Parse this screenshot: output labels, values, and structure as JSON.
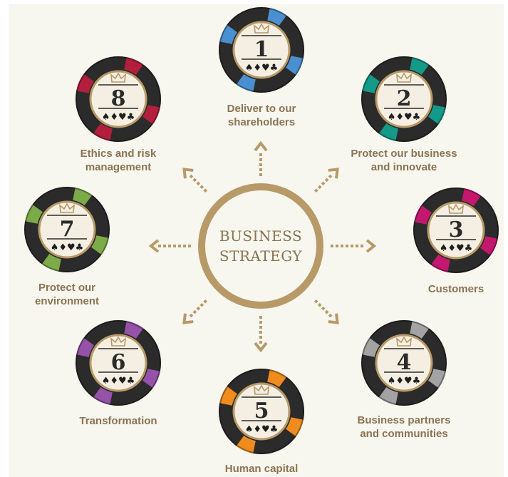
{
  "hub": {
    "line1": "BUSINESS",
    "line2": "STRATEGY"
  },
  "colors": {
    "gold": "#b79a67",
    "chip_dark": "#2b2b2b",
    "chip_face": "#f4efe2"
  },
  "chips": [
    {
      "number": "1",
      "suits": "♠♦♥♣",
      "color": "#4a8fcf",
      "label": [
        "Deliver to our",
        "shareholders"
      ]
    },
    {
      "number": "2",
      "suits": "♠♦♥♣",
      "color": "#149a88",
      "label": [
        "Protect our business",
        "and innovate"
      ]
    },
    {
      "number": "3",
      "suits": "♠♦♥♣",
      "color": "#c4186f",
      "label": [
        "Customers"
      ]
    },
    {
      "number": "4",
      "suits": "♠♦♥♣",
      "color": "#a3a3a3",
      "label": [
        "Business partners",
        "and communities"
      ]
    },
    {
      "number": "5",
      "suits": "♠♦♥♣",
      "color": "#f08c1e",
      "label": [
        "Human capital"
      ]
    },
    {
      "number": "6",
      "suits": "♠♦♥♣",
      "color": "#9651a8",
      "label": [
        "Transformation"
      ]
    },
    {
      "number": "7",
      "suits": "♠♦♥♣",
      "color": "#7eab4a",
      "label": [
        "Protect our",
        "environment"
      ]
    },
    {
      "number": "8",
      "suits": "♠♦♥♣",
      "color": "#b21f3c",
      "label": [
        "Ethics and risk",
        "management"
      ]
    }
  ],
  "icons": {
    "crown": "crown-icon",
    "arrow": "dotted-arrow-icon"
  }
}
